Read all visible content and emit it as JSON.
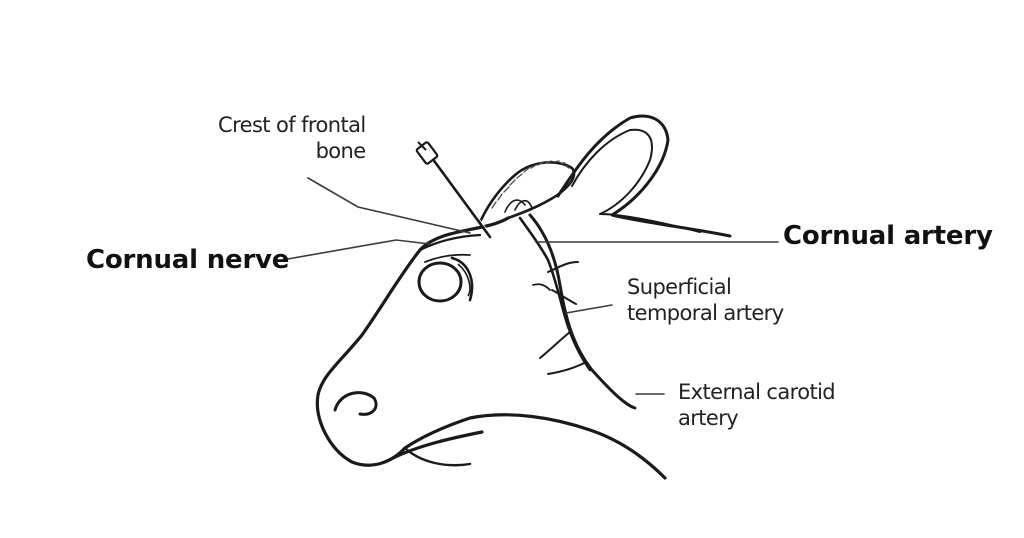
{
  "labels": {
    "crest_of_frontal_bone": {
      "line1": "Crest of frontal",
      "line2": "bone"
    },
    "cornual_nerve": "Cornual nerve",
    "cornual_artery": "Cornual artery",
    "superficial_temporal_artery": {
      "line1": "Superficial",
      "line2": "temporal artery"
    },
    "external_carotid_artery": {
      "line1": "External carotid",
      "line2": "artery"
    }
  },
  "colors": {
    "outline": "#1a1a1a",
    "leader": "#3a3a3a",
    "background": "#ffffff"
  },
  "icons": [
    "needle-icon"
  ]
}
